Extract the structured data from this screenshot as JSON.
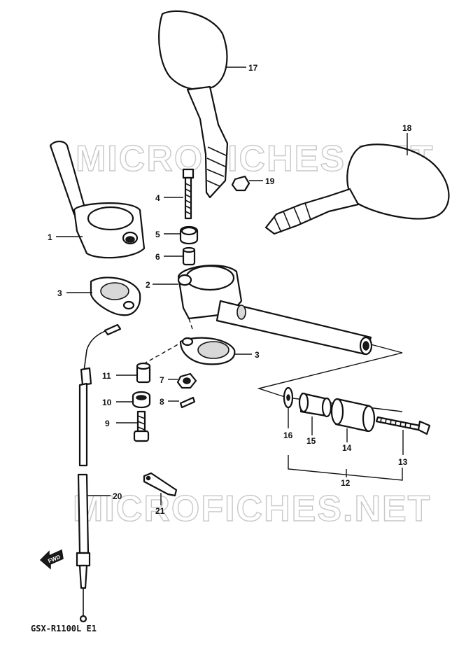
{
  "watermark": "MICROFICHES.NET",
  "model_code": "GSX-R1100L E1",
  "front_arrow": "FWD",
  "callouts": [
    "1",
    "2",
    "3",
    "3",
    "4",
    "5",
    "6",
    "7",
    "8",
    "9",
    "10",
    "11",
    "12",
    "13",
    "14",
    "15",
    "16",
    "17",
    "18",
    "19",
    "20",
    "21"
  ]
}
